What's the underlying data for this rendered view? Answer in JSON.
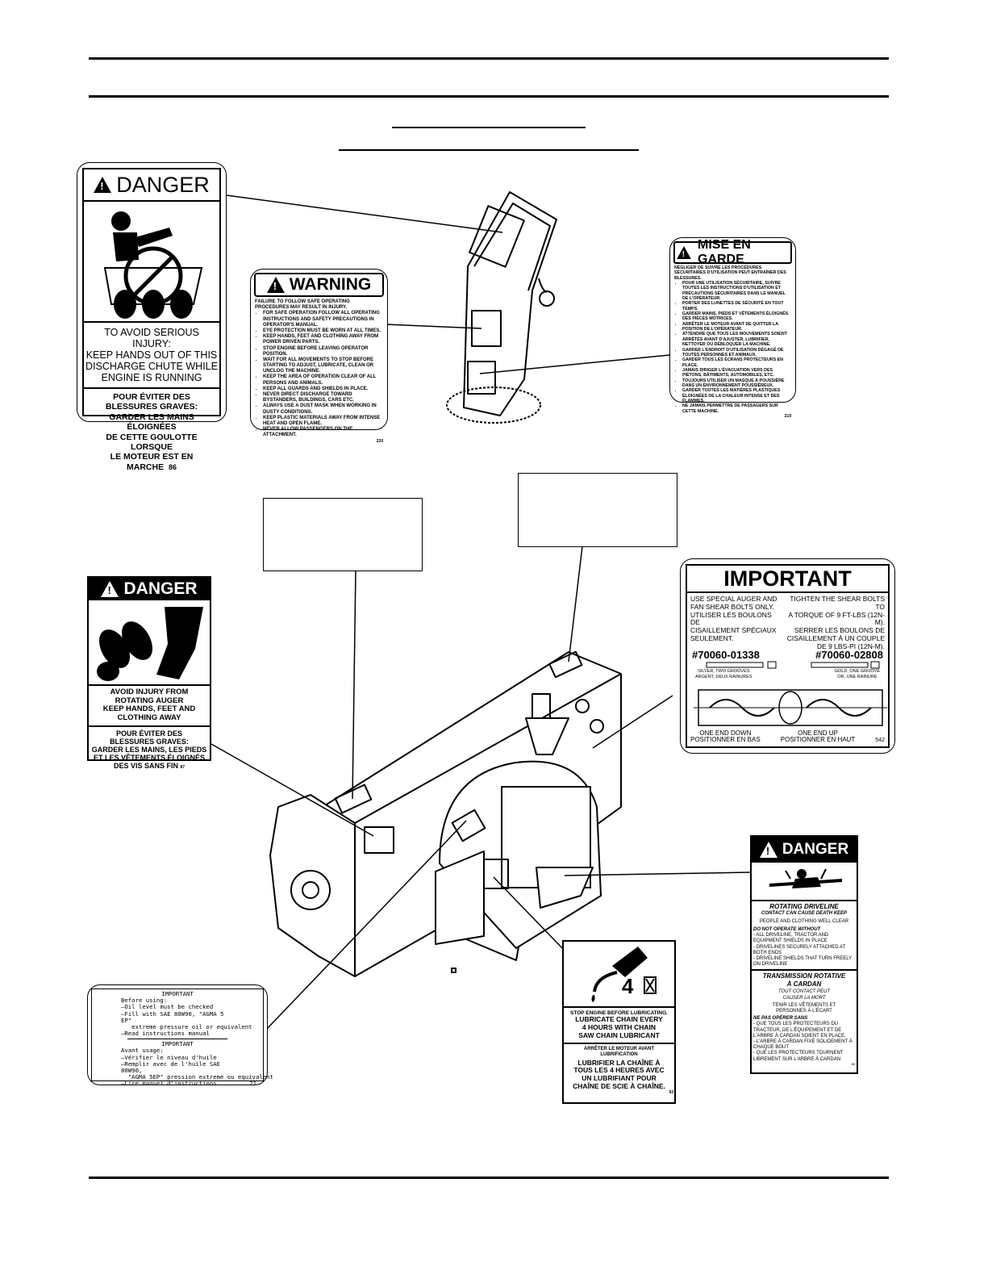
{
  "page": {
    "header_title": "",
    "header_subtitle": ""
  },
  "decals": {
    "chute_danger": {
      "heading": "DANGER",
      "en_lines": [
        "TO AVOID SERIOUS INJURY:",
        "KEEP HANDS OUT OF THIS",
        "DISCHARGE CHUTE WHILE",
        "ENGINE IS RUNNING"
      ],
      "fr_lines": [
        "POUR ÉVITER DES",
        "BLESSURES GRAVES:",
        "GARDER LES MAINS ÉLOIGNÉES",
        "DE CETTE GOULOTTE LORSQUE",
        "LE MOTEUR EST EN MARCHE"
      ],
      "code": "86"
    },
    "warning": {
      "heading": "WARNING",
      "intro": "FAILURE TO FOLLOW SAFE OPERATING PROCEDURES MAY RESULT IN INJURY.",
      "items": [
        "FOR SAFE OPERATION FOLLOW ALL OPERATING INSTRUCTIONS AND SAFETY PRECAUTIONS IN OPERATOR'S MANUAL.",
        "EYE PROTECTION MUST BE WORN AT ALL TIMES.",
        "KEEP HANDS, FEET AND CLOTHING AWAY FROM POWER DRIVEN PARTS.",
        "STOP ENGINE BEFORE LEAVING OPERATOR POSITION.",
        "WAIT FOR ALL MOVEMENTS TO STOP BEFORE STARTING TO ADJUST, LUBRICATE, CLEAN OR UNCLOG THE MACHINE.",
        "KEEP THE AREA OF OPERATION CLEAR OF ALL PERSONS AND ANIMALS.",
        "KEEP ALL GUARDS AND SHIELDS IN PLACE.",
        "NEVER DIRECT DISCHARGE TOWARD BYSTANDERS, BUILDINGS, CARS ETC.",
        "ALWAYS USE A DUST MASK WHEN WORKING IN DUSTY CONDITIONS.",
        "KEEP PLASTIC MATERIALS AWAY FROM INTENSE HEAT AND OPEN FLAME.",
        "NEVER ALLOW PASSENGERS ON THE ATTACHMENT."
      ],
      "code": "220"
    },
    "mise_en_garde": {
      "heading": "MISE EN GARDE",
      "intro": "NÉGLIGER DE SUIVRE LES PROCÉDURES SÉCURITAIRES D'UTILISATION PEUT ENTRAÎNER DES BLESSURES.",
      "items": [
        "POUR UNE UTILISATION SÉCURITAIRE, SUIVRE TOUTES LES INSTRUCTIONS D'UTILISATION ET PRÉCAUTIONS SÉCURITAIRES DANS LE MANUEL DE L'OPÉRATEUR.",
        "PORTER DES LUNETTES DE SÉCURITÉ EN TOUT TEMPS.",
        "GARDER MAINS, PIEDS ET VÊTEMENTS ÉLOIGNÉS DES PIÈCES MOTRICES.",
        "ARRÊTER LE MOTEUR AVANT DE QUITTER LA POSITION DE L'OPÉRATEUR.",
        "ATTENDRE QUE TOUS LES MOUVEMENTS SOIENT ARRÊTÉS AVANT D'AJUSTER, LUBRIFIER, NETTOYER OU DÉBLOQUER LA MACHINE.",
        "GARDER L'ENDROIT D'UTILISATION DÉGAGÉ DE TOUTES PERSONNES ET ANIMAUX.",
        "GARDER TOUS LES ÉCRANS PROTECTEURS EN PLACE.",
        "JAMAIS DIRIGER L'ÉVACUATION VERS DES PIÉTONS, BÂTIMENTS, AUTOMOBILES, ETC.",
        "TOUJOURS UTILISER UN MASQUE À POUSSIÈRE DANS UN ENVIRONNEMENT POUSSIÉREUX.",
        "GARDER TOUTES LES MATIÈRES PLASTIQUES ÉLOIGNÉES DE LA CHALEUR INTENSE ET DES FLAMMES.",
        "NE JAMAIS PERMETTRE DE PASSAGERS SUR CETTE MACHINE."
      ],
      "code": "219"
    },
    "auger_danger": {
      "heading": "DANGER",
      "en_lines": [
        "AVOID INJURY FROM",
        "ROTATING AUGER",
        "KEEP HANDS, FEET AND",
        "CLOTHING AWAY"
      ],
      "fr_lines": [
        "POUR ÉVITER DES",
        "BLESSURES GRAVES:",
        "GARDER LES MAINS, LES PIEDS",
        "ET LES VÊTEMENTS ÉLOIGNÉS",
        "DES VIS SANS FIN"
      ],
      "code": "87"
    },
    "important_shear": {
      "heading": "IMPORTANT",
      "left_text": [
        "USE SPECIAL AUGER AND",
        "FAN SHEAR BOLTS ONLY.",
        "UTILISER LES BOULONS DE",
        "CISAILLEMENT SPÉCIAUX",
        "SEULEMENT."
      ],
      "right_text": [
        "TIGHTEN THE SHEAR BOLTS TO",
        "A TORQUE OF 9 FT-LBS (12N-M).",
        "SERRER LES BOULONS DE",
        "CISAILLEMENT À UN COUPLE",
        "DE 9 LBS-PI (12N-M)."
      ],
      "left_part": "#70060-01338",
      "right_part": "#70060-02808",
      "left_caption": [
        "SILVER, TWO GROOVES",
        "ARGENT, DEUX RAINURES"
      ],
      "right_caption": [
        "GOLD, ONE GROOVE",
        "OR, UNE RAINURE"
      ],
      "bottom_left": [
        "ONE END DOWN",
        "POSITIONNER EN BAS"
      ],
      "bottom_right": [
        "ONE END UP",
        "POSITIONNER EN HAUT"
      ],
      "code": "542"
    },
    "driveline_danger": {
      "heading": "DANGER",
      "en_title": "ROTATING DRIVELINE",
      "en_sub": "CONTACT CAN CAUSE DEATH KEEP",
      "en_line": "PEOPLE AND CLOTHING WELL CLEAR",
      "en_do_not": "DO NOT OPERATE WITHOUT",
      "en_items": [
        "- ALL DRIVELINE, TRACTOR AND EQUIPMENT SHIELDS IN PLACE",
        "- DRIVELINES SECURELY ATTACHED AT BOTH ENDS",
        "- DRIVELINE SHIELDS THAT TURN FREELY ON DRIVELINE"
      ],
      "fr_title": [
        "TRANSMISSION ROTATIVE",
        "À CARDAN"
      ],
      "fr_sub": [
        "TOUT CONTACT PEUT",
        "CAUSER LA MORT"
      ],
      "fr_line": [
        "TENIR LES VÊTEMENTS ET",
        "PERSONNES À L'ÉCART"
      ],
      "fr_do_not": "NE PAS OPÉRER SANS",
      "fr_items": [
        "- QUE TOUS LES PROTECTEURS DU TRACTEUR, DE L'ÉQUIPEMENT ET DE L'ARBRE À CARDAN SOIENT EN PLACE.",
        "- L'ARBRE À CARDAN FIXÉ SOLIDEMENT À CHAQUE BOUT",
        "- QUE LES PROTECTEURS TOURNENT LIBREMENT SUR L'ARBRE À CARDAN"
      ],
      "code": "88"
    },
    "important_oil": {
      "heading1": "IMPORTANT",
      "en_lines": [
        "Before using:",
        "–Oil level must be checked",
        "–Fill with SAE 80W90, \"AGMA 5 EP\"",
        "   extreme pressure oil or equivalent",
        "–Read instructions manual"
      ],
      "heading2": "IMPORTANT",
      "fr_lines": [
        "Avant usage:",
        "–Vérifier le niveau d'huile",
        "–Remplir avec de l'huile SAE 80W90,",
        "  \"AGMA 5EP\" pression extreme ou equivalent",
        "–Lire manuel d'instructions"
      ],
      "code": "21"
    },
    "lubricate": {
      "symbol": "4",
      "en_lines": [
        "STOP ENGINE BEFORE LUBRICATING.",
        "LUBRICATE CHAIN EVERY",
        "4 HOURS WITH CHAIN",
        "SAW CHAIN LUBRICANT"
      ],
      "fr_lines": [
        "ARRÊTER LE MOTEUR AVANT",
        "LUBRIFICATION",
        "LUBRIFIER LA CHAÎNE À",
        "TOUS LES 4 HEURES AVEC",
        "UN LUBRIFIANT POUR",
        "CHAÎNE DE SCIE À CHAÎNE."
      ],
      "code": "93"
    }
  },
  "colors": {
    "ink": "#000000",
    "paper": "#ffffff",
    "shade": "#e8e8e8"
  }
}
